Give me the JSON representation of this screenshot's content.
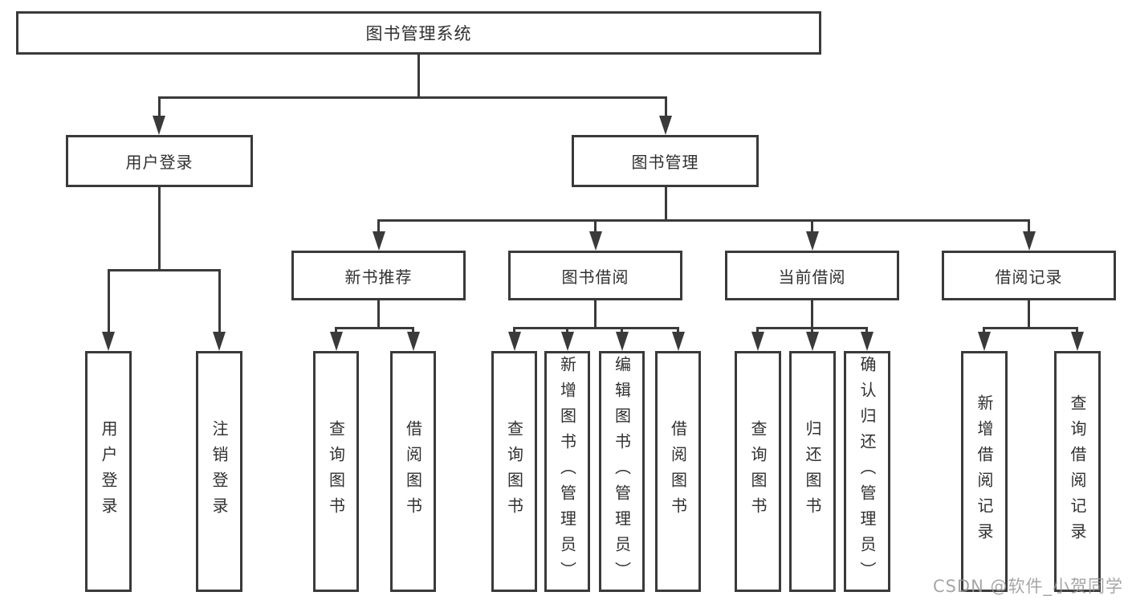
{
  "tree": {
    "root": "图书管理系统",
    "branches": [
      {
        "label": "用户登录",
        "leaves": [
          "用户登录",
          "注销登录"
        ]
      },
      {
        "label": "图书管理",
        "children": [
          {
            "label": "新书推荐",
            "leaves": [
              "查询图书",
              "借阅图书"
            ]
          },
          {
            "label": "图书借阅",
            "leaves": [
              "查询图书",
              "新增图书（管理员）",
              "编辑图书（管理员）",
              "借阅图书"
            ]
          },
          {
            "label": "当前借阅",
            "leaves": [
              "查询图书",
              "归还图书",
              "确认归还（管理员）"
            ]
          },
          {
            "label": "借阅记录",
            "leaves": [
              "新增借阅记录",
              "查询借阅记录"
            ]
          }
        ]
      }
    ]
  },
  "watermark": {
    "text": "CSDN @软件_小贺同学"
  },
  "colors": {
    "line": "#3a3a3a",
    "text": "#303030",
    "background": "#ffffff",
    "watermark": "#969696"
  }
}
